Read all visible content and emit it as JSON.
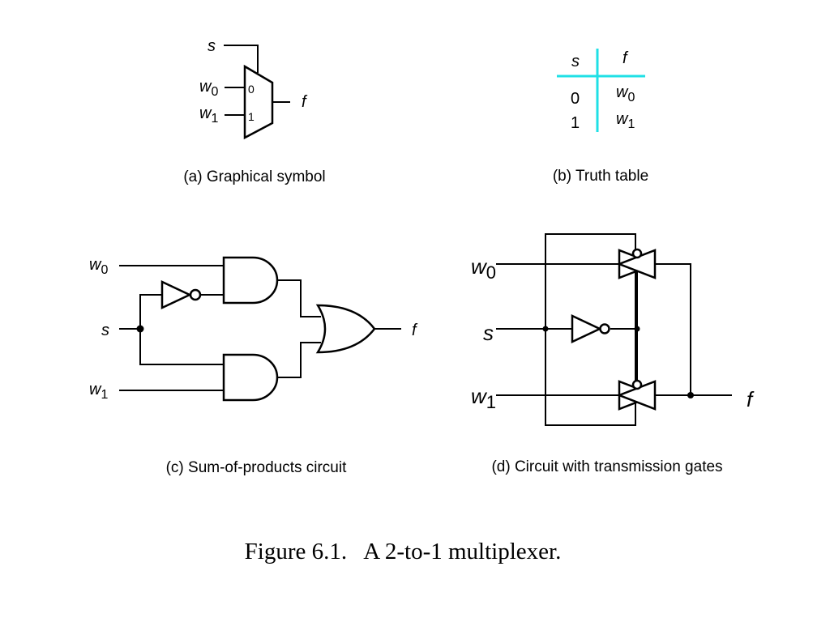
{
  "panel_a": {
    "labels": {
      "s": "s",
      "w": "w",
      "w0_sub": "0",
      "w1_sub": "1",
      "f": "f"
    },
    "mux_inputs": {
      "in0": "0",
      "in1": "1"
    },
    "caption": "(a) Graphical symbol"
  },
  "panel_b": {
    "headers": {
      "s": "s",
      "f": "f"
    },
    "rows": [
      {
        "s": "0",
        "f_var": "w",
        "f_sub": "0"
      },
      {
        "s": "1",
        "f_var": "w",
        "f_sub": "1"
      }
    ],
    "caption": "(b) Truth table",
    "rule_color": "#1fe0e6"
  },
  "panel_c": {
    "labels": {
      "w": "w",
      "w0_sub": "0",
      "s": "s",
      "w1_sub": "1",
      "f": "f"
    },
    "caption": "(c) Sum-of-products circuit"
  },
  "panel_d": {
    "labels": {
      "w": "w",
      "w0_sub": "0",
      "s": "s",
      "w1_sub": "1",
      "f": "f"
    },
    "caption": "(d) Circuit with transmission gates"
  },
  "figure_caption": "Figure 6.1.   A 2-to-1 multiplexer."
}
